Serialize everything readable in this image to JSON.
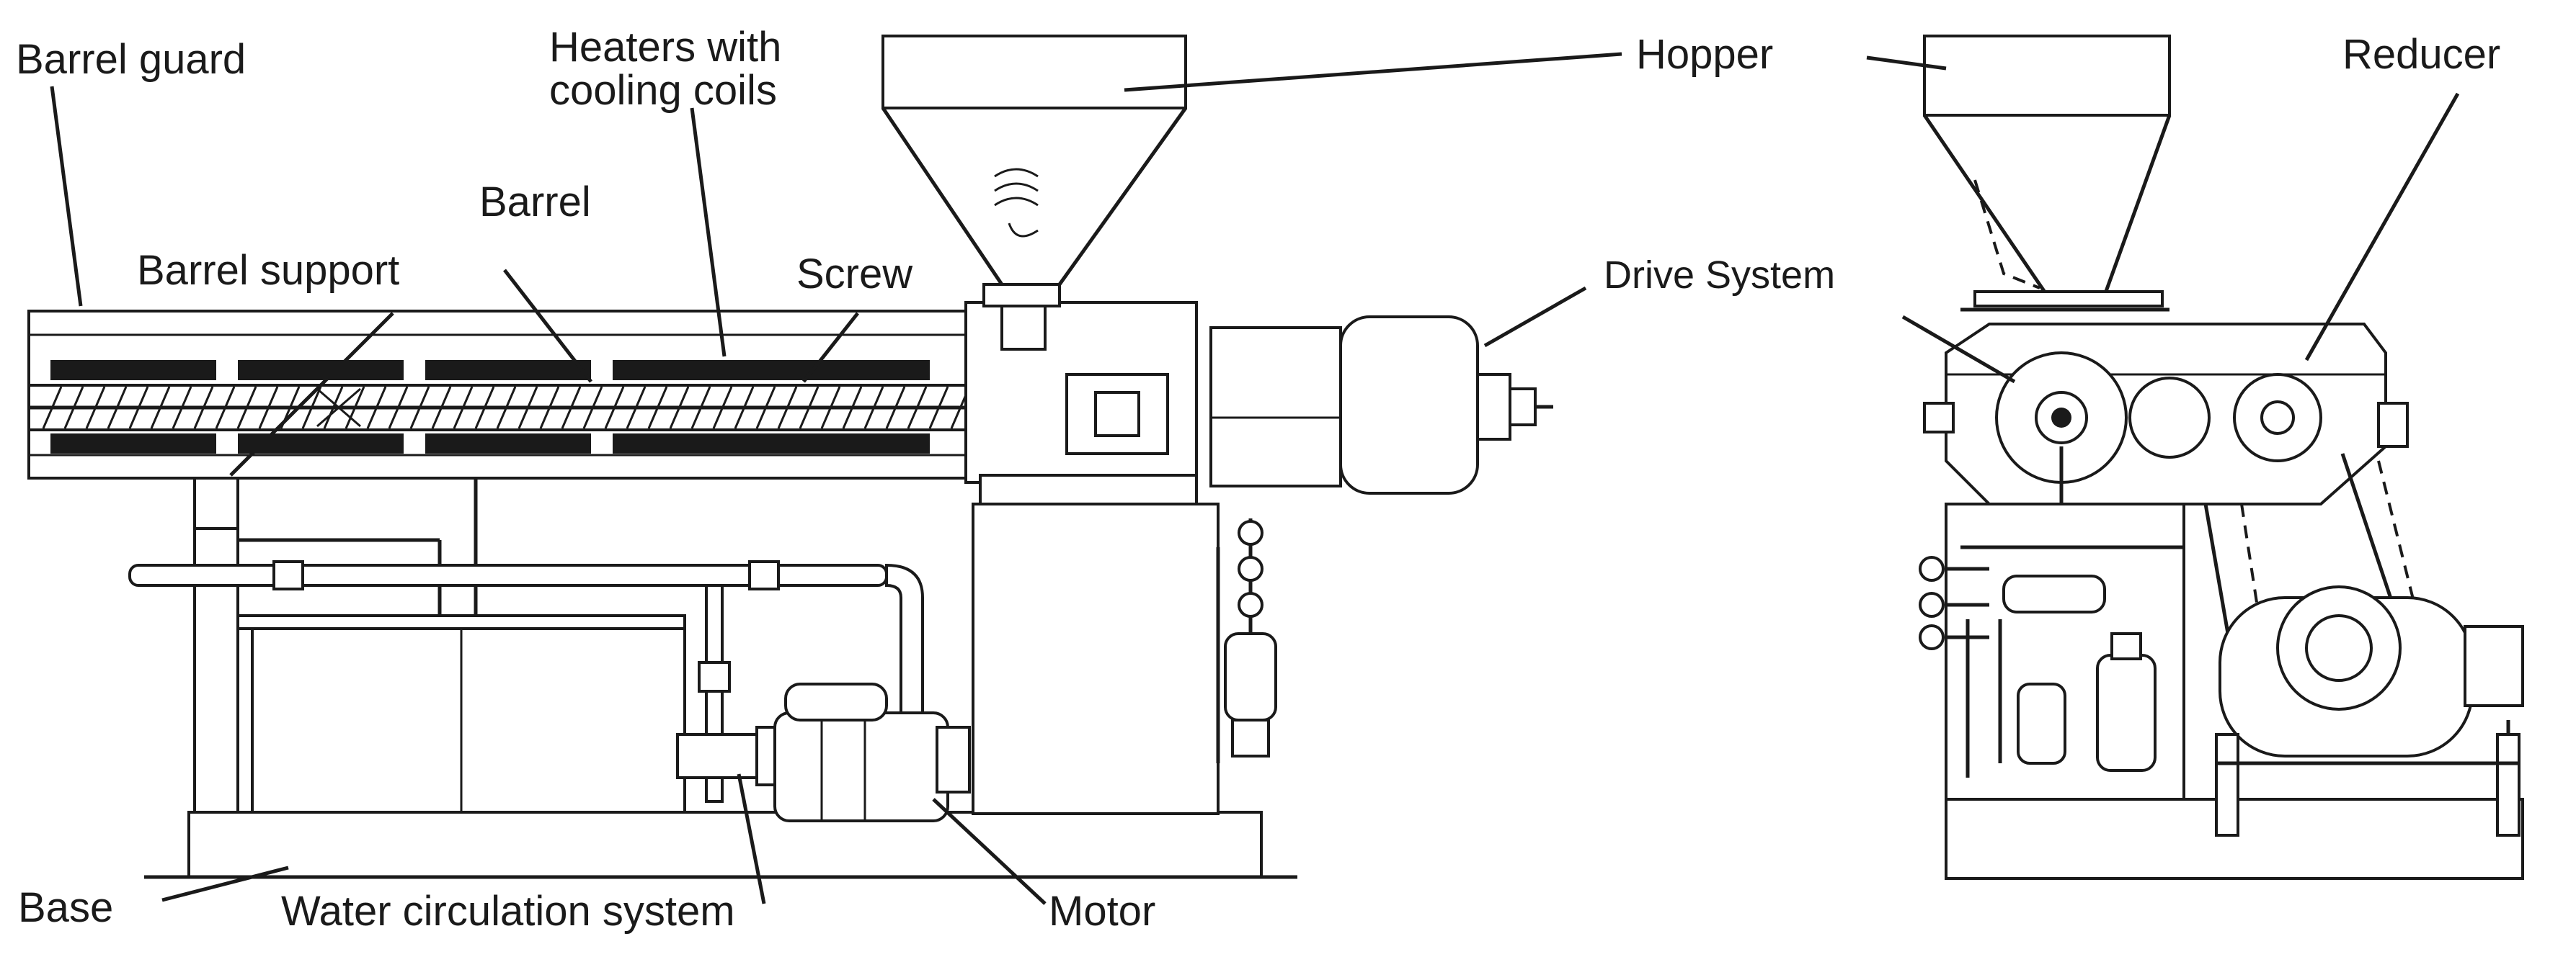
{
  "labels": {
    "barrel_guard": "Barrel guard",
    "heaters_line1": "Heaters with",
    "heaters_line2": "cooling coils",
    "barrel": "Barrel",
    "barrel_support": "Barrel support",
    "screw": "Screw",
    "hopper": "Hopper",
    "reducer": "Reducer",
    "drive_system": "Drive System",
    "base": "Base",
    "water_circulation": "Water circulation system",
    "motor": "Motor"
  }
}
